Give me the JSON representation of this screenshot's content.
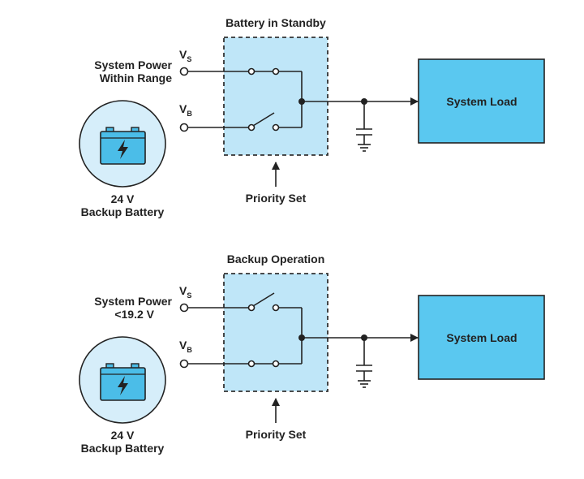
{
  "colors": {
    "load_fill": "#5ac8f0",
    "priority_fill": "#bfe6f8",
    "battery_circle": "#d6eefa",
    "battery_body": "#4bbde8",
    "line": "#222222"
  },
  "panels": [
    {
      "title": "Battery in Standby",
      "vs_input_label": [
        "System Power",
        "Within Range"
      ],
      "vs_symbol": "V",
      "vs_subscript": "S",
      "vb_symbol": "V",
      "vb_subscript": "B",
      "battery_label": [
        "24 V",
        "Backup Battery"
      ],
      "battery_icon": "battery-lightning-icon",
      "priority_label": "Priority Set",
      "load_label": "System Load",
      "vs_switch": "closed",
      "vb_switch": "open"
    },
    {
      "title": "Backup Operation",
      "vs_input_label": [
        "System Power",
        "<19.2 V"
      ],
      "vs_symbol": "V",
      "vs_subscript": "S",
      "vb_symbol": "V",
      "vb_subscript": "B",
      "battery_label": [
        "24 V",
        "Backup Battery"
      ],
      "battery_icon": "battery-lightning-icon",
      "priority_label": "Priority Set",
      "load_label": "System Load",
      "vs_switch": "open",
      "vb_switch": "closed"
    }
  ]
}
